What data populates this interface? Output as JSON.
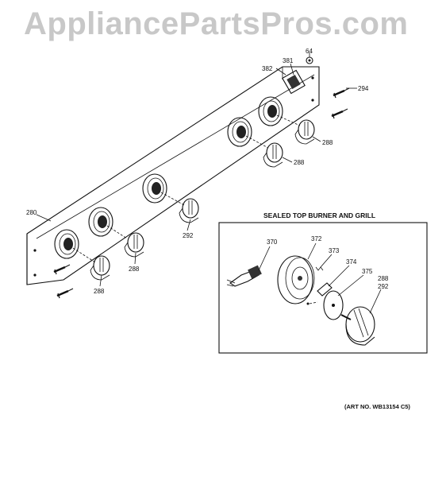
{
  "watermark": "AppliancePartsPros.com",
  "inset_title": "SEALED TOP BURNER AND GRILL",
  "art_no": "(ART NO. WB13154 C5)",
  "callouts": {
    "p64": "64",
    "p381": "381",
    "p382": "382",
    "p294": "294",
    "p288a": "288",
    "p288b": "288",
    "p280": "280",
    "p292a": "292",
    "p288c": "288",
    "p288d": "288",
    "p370": "370",
    "p372": "372",
    "p373": "373",
    "p374": "374",
    "p375": "375",
    "p288e": "288",
    "p292b": "292"
  }
}
